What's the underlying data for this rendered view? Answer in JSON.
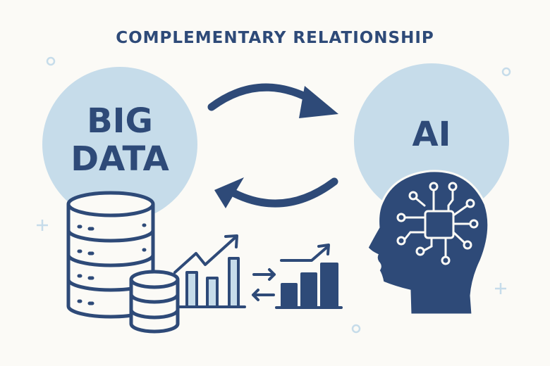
{
  "title": "COMPLEMENTARY RELATIONSHIP",
  "left_label": {
    "line1": "BIG",
    "line2": "DATA"
  },
  "right_label": "AI",
  "icons": [
    "database-icon",
    "growth-chart-icon",
    "exchange-arrows-icon",
    "bar-chart-icon",
    "ai-head-circuit-icon",
    "cycle-arrows-icon"
  ],
  "colors": {
    "navy": "#2e4a78",
    "light_blue": "#c6dcea",
    "background": "#fbfaf6"
  }
}
